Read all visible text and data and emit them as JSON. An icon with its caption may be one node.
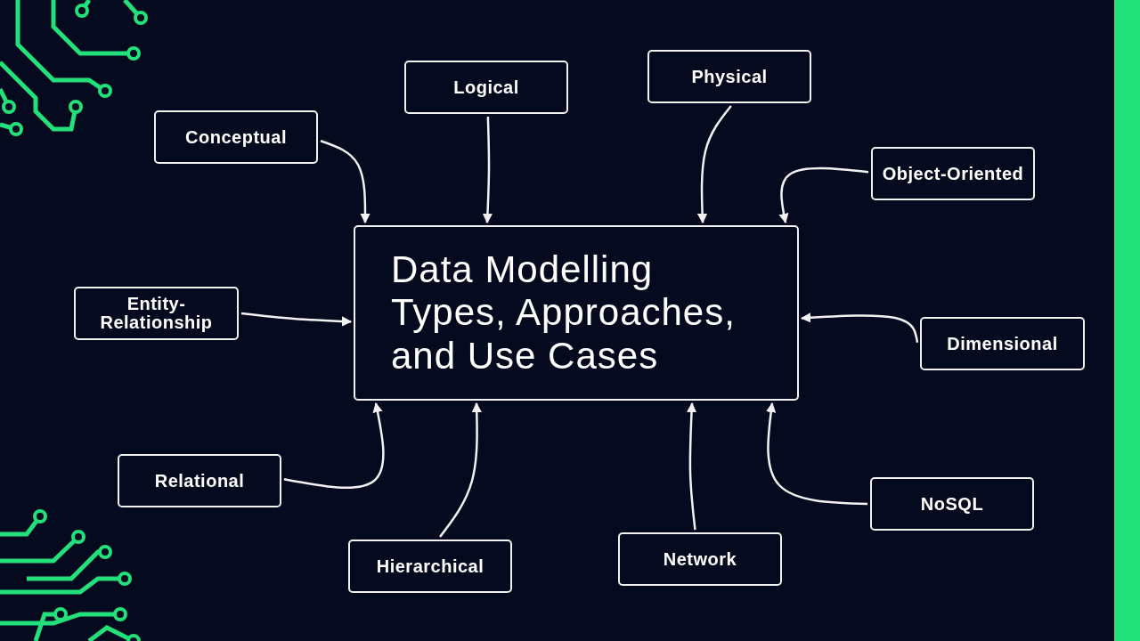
{
  "diagram": {
    "nodes": [
      {
        "text": [
          "Data Modelling Types, Approaches, and Use Cases"
        ]
      },
      {
        "text": [
          "Conceptual"
        ]
      },
      {
        "text": [
          "Logical"
        ]
      },
      {
        "text": [
          "Physical"
        ]
      },
      {
        "text": [
          "Object-Oriented"
        ]
      },
      {
        "text": [
          "Entity-Relationship"
        ]
      },
      {
        "text": [
          "Dimensional"
        ]
      },
      {
        "text": [
          "Relational"
        ]
      },
      {
        "text": [
          "Hierarchical"
        ]
      },
      {
        "text": [
          "Network"
        ]
      },
      {
        "text": [
          "NoSQL"
        ]
      }
    ],
    "edges": [
      {
        "from": 1,
        "to": 0,
        "arrow": "to"
      },
      {
        "from": 2,
        "to": 0,
        "arrow": "to"
      },
      {
        "from": 3,
        "to": 0,
        "arrow": "to"
      },
      {
        "from": 4,
        "to": 0,
        "arrow": "to"
      },
      {
        "from": 5,
        "to": 0,
        "arrow": "to"
      },
      {
        "from": 6,
        "to": 0,
        "arrow": "to"
      },
      {
        "from": 7,
        "to": 0,
        "arrow": "to"
      },
      {
        "from": 8,
        "to": 0,
        "arrow": "to"
      },
      {
        "from": 9,
        "to": 0,
        "arrow": "to"
      },
      {
        "from": 10,
        "to": 0,
        "arrow": "to"
      }
    ]
  }
}
